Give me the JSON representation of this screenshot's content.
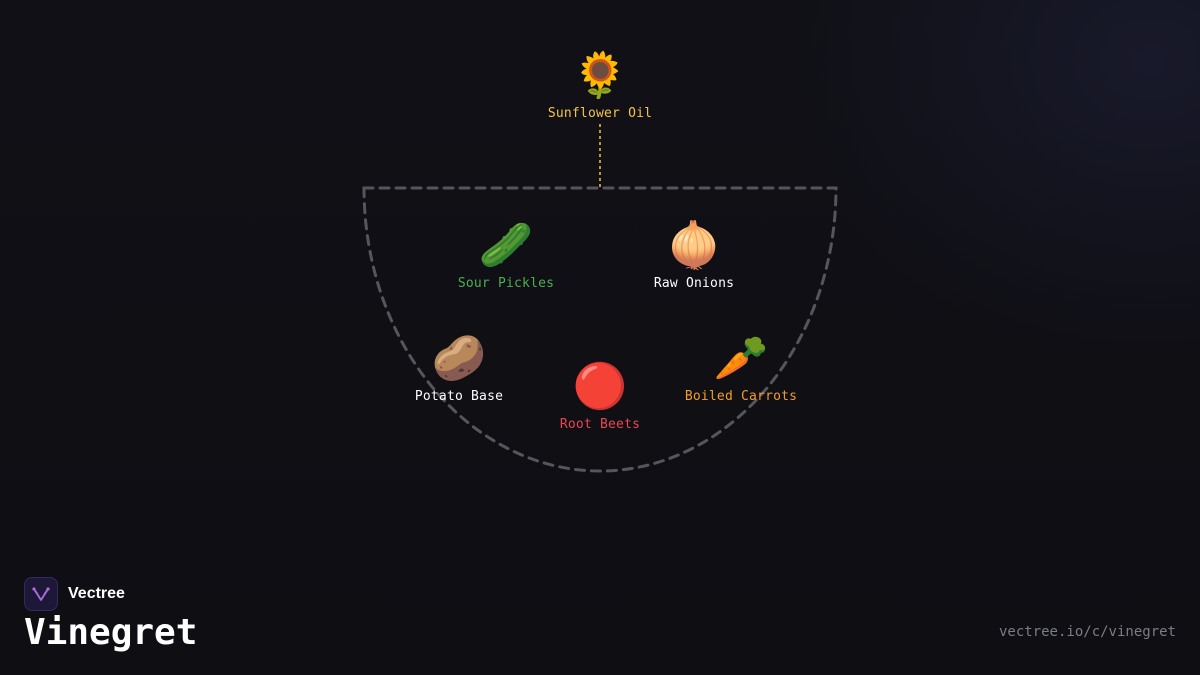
{
  "diagram": {
    "top_node": {
      "emoji": "🌻",
      "label": "Sunflower Oil",
      "color": "#f5c542"
    },
    "connector_color": "#f5c542",
    "bowl_stroke_color": "#55555c",
    "ingredients": [
      {
        "id": "sour-pickles",
        "emoji": "🥒",
        "label": "Sour Pickles",
        "color": "#4caf50"
      },
      {
        "id": "raw-onions",
        "emoji": "🧅",
        "label": "Raw Onions",
        "color": "#ffffff"
      },
      {
        "id": "potato-base",
        "emoji": "🥔",
        "label": "Potato Base",
        "color": "#ffffff"
      },
      {
        "id": "root-beets",
        "emoji": "🔴",
        "label": "Root Beets",
        "color": "#e8474f"
      },
      {
        "id": "boiled-carrots",
        "emoji": "🥕",
        "label": "Boiled Carrots",
        "color": "#f29b2f"
      }
    ]
  },
  "brand": {
    "name": "Vectree",
    "logo_icon": "vectree-logo-icon",
    "logo_color": "#b06ae0"
  },
  "title": "Vinegret",
  "url": "vectree.io/c/vinegret"
}
